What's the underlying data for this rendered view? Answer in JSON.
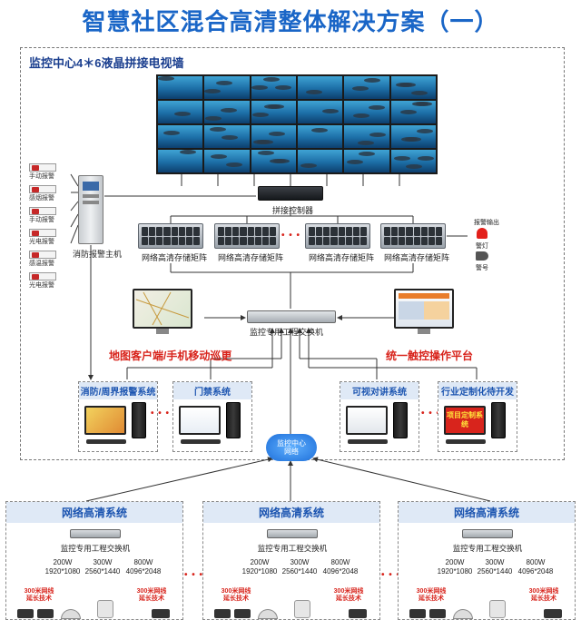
{
  "title": "智慧社区混合高清整体解决方案（一）",
  "center": {
    "label": "监控中心4＊6液晶拼接电视墙",
    "splice_controller": "拼接控制器",
    "storage_label": "网络高清存储矩阵",
    "storage_dots": "• • •",
    "fire_host": "消防报警主机",
    "alarm_output": "报警输出",
    "alarm_light": "警灯",
    "alarm_horn": "警号",
    "alarms": [
      "手动报警",
      "感烟报警",
      "手动报警",
      "光电报警",
      "感温报警",
      "光电报警"
    ],
    "core_switch": "监控专用工程交换机",
    "map_client": "地图客户端/手机移动巡更",
    "unified_platform": "统一触控操作平台",
    "cloud": "监控中心网络"
  },
  "subsystems": [
    {
      "title": "消防/周界报警系统"
    },
    {
      "title": "门禁系统"
    },
    {
      "title": "可视对讲系统"
    },
    {
      "title": "行业定制化待开发",
      "badge": "项目定制系统"
    }
  ],
  "sub_dots": "• • •",
  "network": {
    "title": "网络高清系统",
    "switch": "监控专用工程交换机",
    "cams": [
      {
        "power": "200W",
        "res": "1920*1080"
      },
      {
        "power": "300W",
        "res": "2560*1440"
      },
      {
        "power": "800W",
        "res": "4096*2048"
      }
    ],
    "ext_label": "300米网线延长技术",
    "dots": "• • •"
  }
}
